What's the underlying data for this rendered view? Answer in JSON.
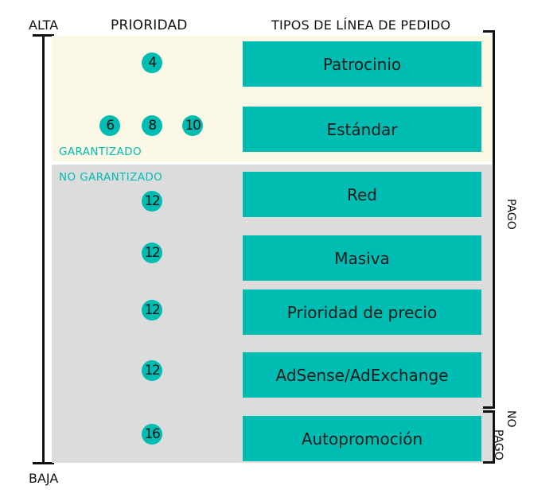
{
  "scale": {
    "top_label": "ALTA",
    "bottom_label": "BAJA"
  },
  "headers": {
    "priority": "PRIORIDAD",
    "line_item_types": "TIPOS DE LÍNEA DE PEDIDO"
  },
  "sections": {
    "guaranteed": "GARANTIZADO",
    "non_guaranteed": "NO GARANTIZADO"
  },
  "line_items": [
    {
      "label": "Patrocinio",
      "priorities": [
        "4"
      ]
    },
    {
      "label": "Estándar",
      "priorities": [
        "6",
        "8",
        "10"
      ]
    },
    {
      "label": "Red",
      "priorities": [
        "12"
      ]
    },
    {
      "label": "Masiva",
      "priorities": [
        "12"
      ]
    },
    {
      "label": "Prioridad de precio",
      "priorities": [
        "12"
      ]
    },
    {
      "label": "AdSense/AdExchange",
      "priorities": [
        "12"
      ]
    },
    {
      "label": "Autopromoción",
      "priorities": [
        "16"
      ]
    }
  ],
  "brackets": {
    "paid": "PAGO",
    "unpaid_line1": "NO",
    "unpaid_line2": "PAGO"
  },
  "colors": {
    "teal": "#00bdb3",
    "guaranteed_bg": "#fbf8e6",
    "non_guaranteed_bg": "#dcdcdc"
  }
}
